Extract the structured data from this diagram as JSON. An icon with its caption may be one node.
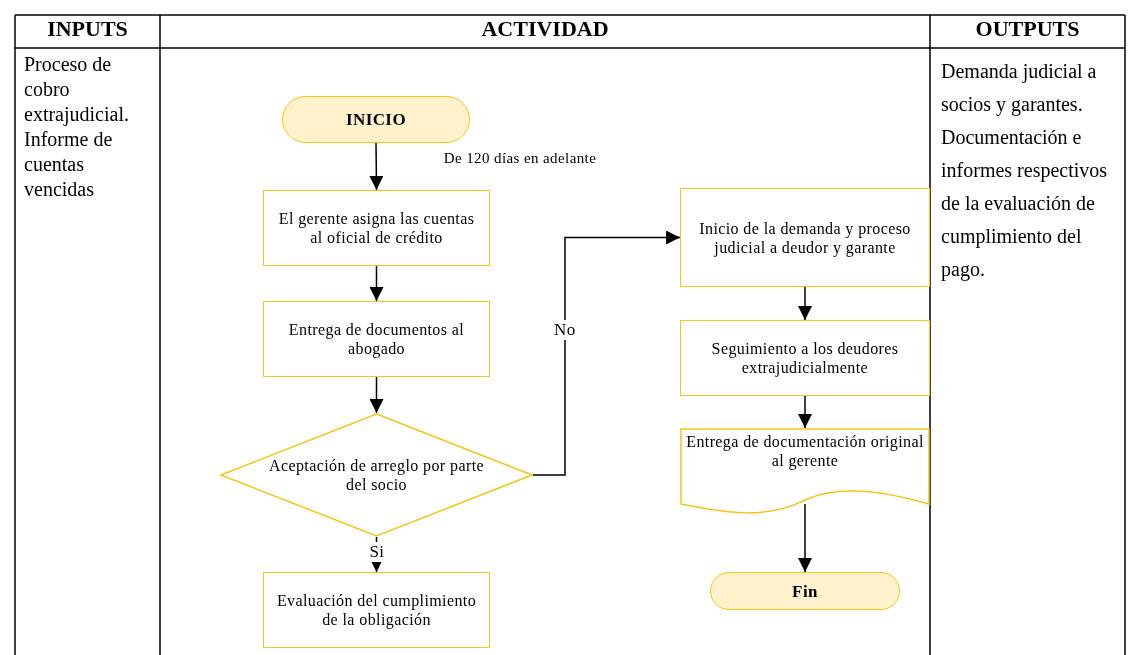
{
  "diagram": {
    "nodes": [
      {
        "text": [
          "INICIO"
        ]
      },
      {
        "text": [
          "El gerente asigna las cuentas al oficial de crédito"
        ]
      },
      {
        "text": [
          "Entrega de documentos al abogado"
        ]
      },
      {
        "text": [
          "Aceptación de arreglo por parte del socio"
        ]
      },
      {
        "text": [
          "Evaluación del cumplimiento de la obligación"
        ]
      },
      {
        "text": [
          "Inicio de la demanda y proceso judicial a deudor y garante"
        ]
      },
      {
        "text": [
          "Seguimiento a los deudores extrajudicialmente"
        ]
      },
      {
        "text": [
          "Entrega de documentación original al gerente"
        ]
      },
      {
        "text": [
          "Fin"
        ]
      }
    ],
    "edges": [
      {
        "from": 0,
        "to": 1,
        "arrow": "to",
        "label": "De 120 días en adelante"
      },
      {
        "from": 1,
        "to": 2,
        "arrow": "to"
      },
      {
        "from": 2,
        "to": 3,
        "arrow": "to"
      },
      {
        "from": 3,
        "to": 4,
        "arrow": "to",
        "label": "Si"
      },
      {
        "from": 3,
        "to": 5,
        "arrow": "to",
        "label": "No"
      },
      {
        "from": 5,
        "to": 6,
        "arrow": "to"
      },
      {
        "from": 6,
        "to": 7,
        "arrow": "to"
      },
      {
        "from": 7,
        "to": 8,
        "arrow": "to"
      }
    ],
    "labels": [
      "INPUTS",
      "ACTIVIDAD",
      "OUTPUTS",
      "Proceso de cobro extrajudicial. Informe de cuentas vencidas",
      "Demanda judicial a socios y garantes. Documentación e informes respectivos de la evaluación de cumplimiento del pago."
    ]
  }
}
